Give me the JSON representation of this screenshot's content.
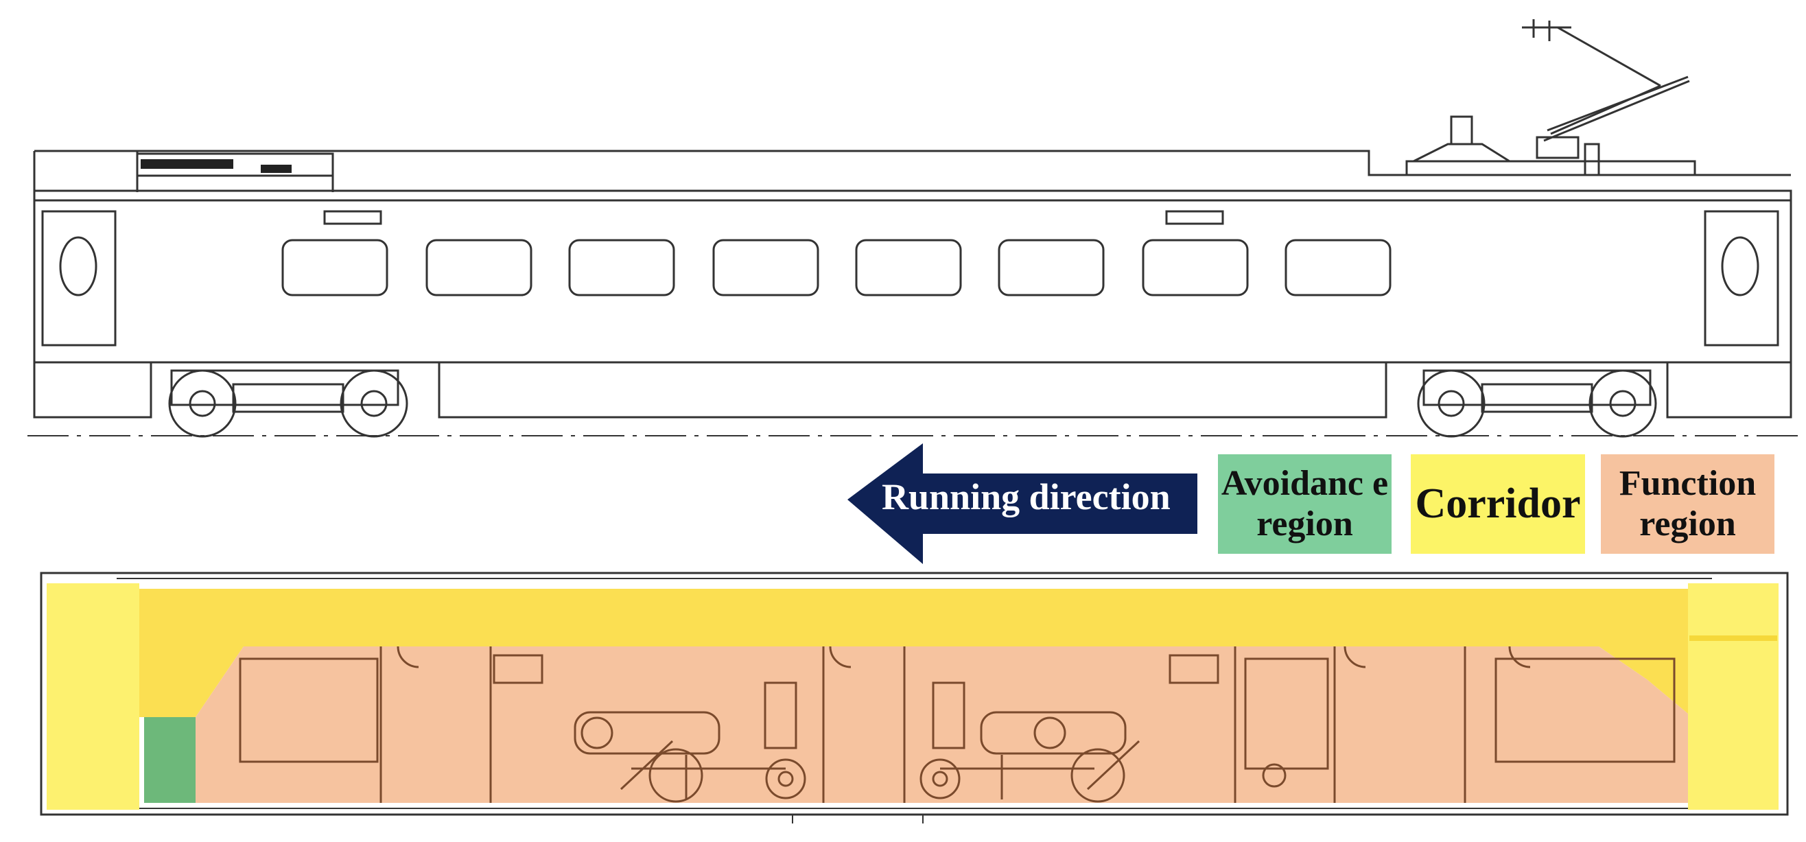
{
  "direction_label": "Running direction",
  "legend": [
    {
      "label": "Avoidanc e region",
      "color": "#7fce9c"
    },
    {
      "label": "Corridor",
      "color": "#fcf467"
    },
    {
      "label": "Function region",
      "color": "#f6c39f"
    }
  ],
  "colors": {
    "arrow": "#0f2255",
    "corridor_fill": "#fdf16f",
    "corridor_dark_fill": "#fbdf52",
    "function_fill": "#f6c39f",
    "avoidance_fill": "#6db87a",
    "line": "#333333",
    "fixture": "#7a4a2c"
  }
}
